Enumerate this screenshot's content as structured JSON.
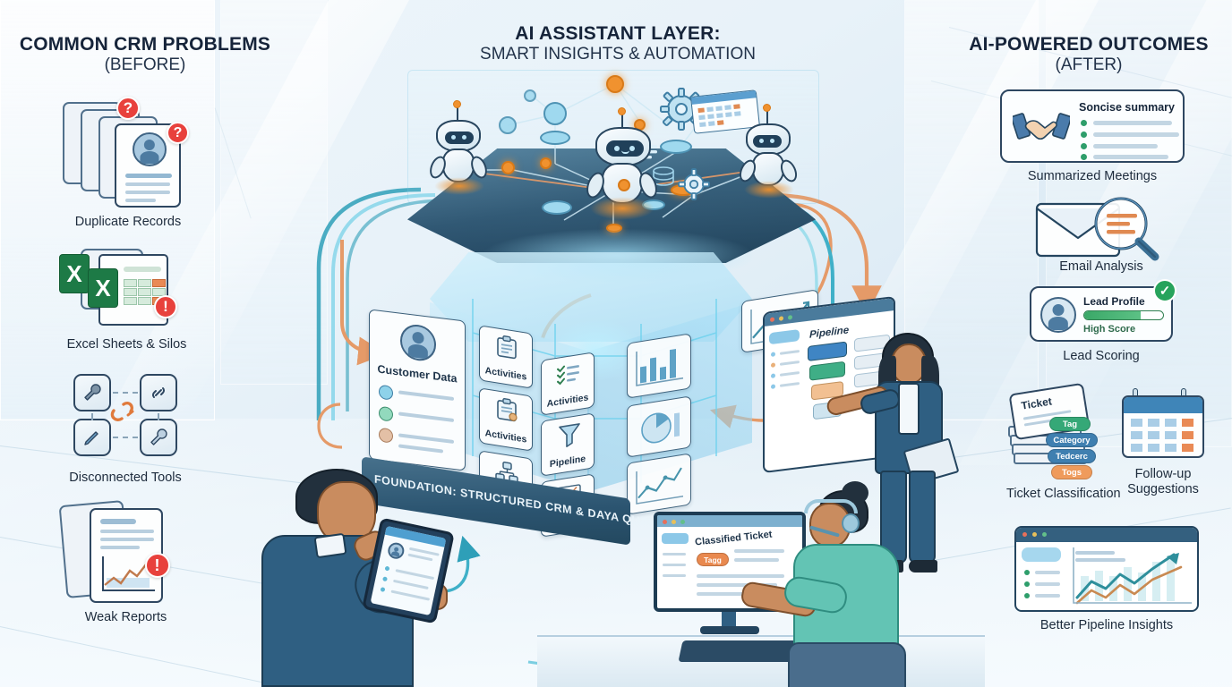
{
  "meta": {
    "kind": "infographic",
    "subject": "CRM AI assistant layer before and after"
  },
  "palette": {
    "background": "#e8f2f9",
    "ink": "#16243a",
    "teal_pipe": "#2e9fb8",
    "orange_arrow": "#e59a68",
    "node_orange": "#f0922f",
    "node_blue": "#9fd9ef",
    "slab_dark": "#23455e",
    "alert_red": "#e8413c",
    "success_green": "#27a35c",
    "excel_green": "#1d7a46"
  },
  "titles": {
    "left": {
      "line1": "COMMON CRM PROBLEMS",
      "line2": "(BEFORE)"
    },
    "center": {
      "line1": "AI ASSISTANT LAYER:",
      "line2": "SMART INSIGHTS & AUTOMATION"
    },
    "right": {
      "line1": "AI-POWERED OUTCOMES",
      "line2": "(AFTER)"
    }
  },
  "problems": [
    {
      "id": "duplicate-records",
      "caption": "Duplicate Records",
      "badge": "?",
      "badge_count": 2
    },
    {
      "id": "excel-sheets-silos",
      "caption": "Excel Sheets & Silos",
      "badge": "!",
      "file_glyph": "X"
    },
    {
      "id": "disconnected-tools",
      "caption": "Disconnected Tools",
      "badge": ""
    },
    {
      "id": "weak-reports",
      "caption": "Weak Reports",
      "badge": "!"
    }
  ],
  "outcomes": [
    {
      "id": "summarized-meetings",
      "caption": "Summarized Meetings",
      "card_title": "Soncise summary",
      "bullets": 4
    },
    {
      "id": "email-analysis",
      "caption": "Email Analysis"
    },
    {
      "id": "lead-scoring",
      "caption": "Lead Scoring",
      "card_title": "Lead Profile",
      "card_subtitle": "High Score",
      "score_percent": 72,
      "check": "✓"
    },
    {
      "id": "ticket-classification",
      "caption": "Ticket Classification",
      "stack_label": "Ticket",
      "tags": [
        "Tag",
        "Category",
        "Tedcerc",
        "Togs"
      ]
    },
    {
      "id": "follow-up-suggestions",
      "caption": "Follow-up\nSuggestions",
      "caption_line1": "Follow-up",
      "caption_line2": "Suggestions"
    },
    {
      "id": "better-pipeline-insights",
      "caption": "Better Pipeline Insights"
    }
  ],
  "ai_layer": {
    "robot_count": 3,
    "node_labels": [],
    "floating_icons": [
      "gear-icon",
      "gear-icon",
      "calendar-icon",
      "list-icon",
      "database-icon"
    ]
  },
  "crm_cube": {
    "primary_card": "Customer Data",
    "modules": [
      {
        "label": "Activities",
        "icon": "clipboard-icon"
      },
      {
        "label": "Activities",
        "icon": "checklist-icon"
      },
      {
        "label": "Activities",
        "icon": "clipboard-key-icon"
      },
      {
        "label": "Pipeline",
        "icon": "funnel-icon"
      },
      {
        "label": "Workflows",
        "icon": "flowchart-icon"
      },
      {
        "label": "Dashboards",
        "icon": "bar-chart-icon"
      }
    ],
    "foundation_label": "FOUNDATION: STRUCTURED CRM & DAYA QUALITY"
  },
  "screens": {
    "pipeline_window": {
      "title": "Pipeline"
    },
    "agent_monitor": {
      "title": "Classified Ticket",
      "tag": "Tagg"
    },
    "chart_window": {
      "title": ""
    }
  },
  "people": [
    {
      "id": "man-with-tablet",
      "role": "businessman holding tablet"
    },
    {
      "id": "woman-presenting",
      "role": "woman presenting pipeline screen"
    },
    {
      "id": "support-agent",
      "role": "support agent with headset at monitor"
    }
  ]
}
